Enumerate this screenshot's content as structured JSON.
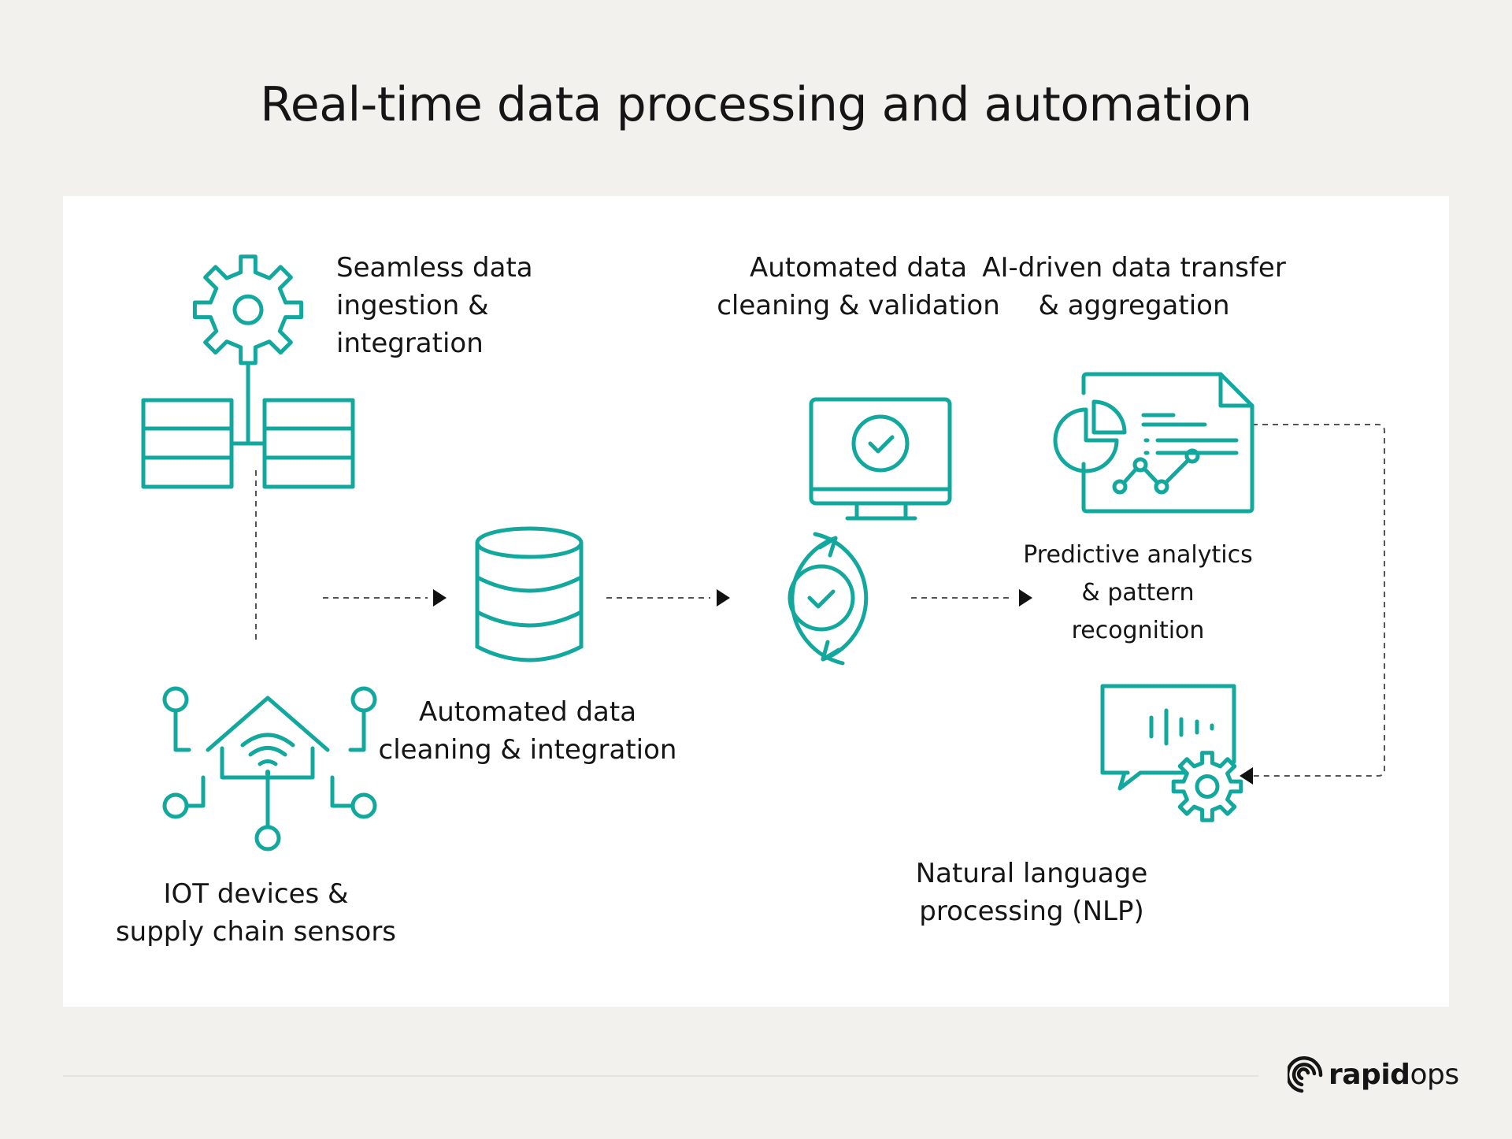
{
  "title": "Real-time data processing and automation",
  "colors": {
    "accent": "#13a89e",
    "background": "#f2f1ee",
    "panel": "#ffffff",
    "text": "#151515",
    "connector": "#555555"
  },
  "nodes": {
    "ingestion": {
      "label": "Seamless data\ningestion &\nintegration",
      "icon": "gear-with-databases-icon"
    },
    "iot": {
      "label": "IOT devices &\nsupply chain sensors",
      "icon": "smart-home-network-icon"
    },
    "cleaning_integration": {
      "label": "Automated data\ncleaning & integration",
      "icon": "database-stack-icon"
    },
    "cleaning_validation": {
      "label": "Automated data\ncleaning & validation",
      "icon": "monitor-check-icon"
    },
    "sync": {
      "icon": "sync-check-icon"
    },
    "ai_transfer": {
      "label": "AI-driven data transfer\n& aggregation",
      "icon": "report-document-icon"
    },
    "predictive": {
      "label": "Predictive analytics\n& pattern\nrecognition"
    },
    "nlp": {
      "label": "Natural language\nprocessing (NLP)",
      "icon": "speech-gear-icon"
    }
  },
  "brand": {
    "name_bold": "rapid",
    "name_light": "ops",
    "icon": "rapidops-logo-icon"
  }
}
